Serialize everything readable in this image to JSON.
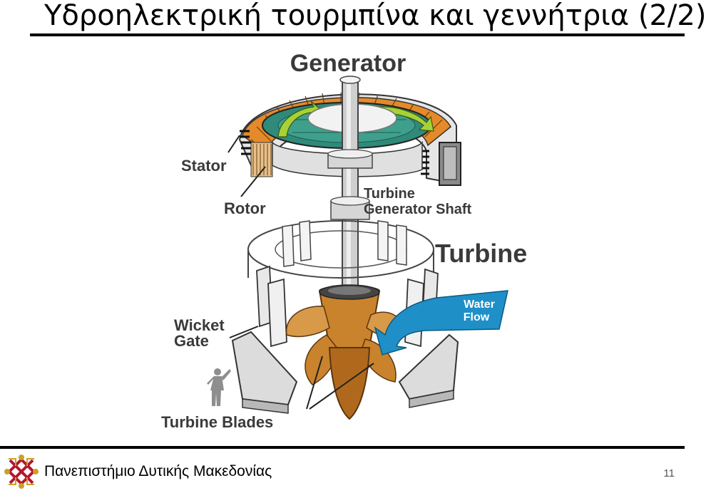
{
  "slide": {
    "title": "Υδροηλεκτρική τουρμπίνα και γεννήτρια (2/2)",
    "footer": "Πανεπιστήμιο Δυτικής Μακεδονίας",
    "page_number": "11"
  },
  "diagram": {
    "labels": {
      "generator": "Generator",
      "stator": "Stator",
      "rotor": "Rotor",
      "shaft_line1": "Turbine",
      "shaft_line2": "Generator Shaft",
      "turbine": "Turbine",
      "wicket_line1": "Wicket",
      "wicket_line2": "Gate",
      "water_line1": "Water",
      "water_line2": "Flow",
      "blades": "Turbine Blades"
    },
    "colors": {
      "stator_orange": "#e48a2a",
      "rotor_teal": "#2f8a7a",
      "arrow_green": "#a6d238",
      "runner_bronze": "#c9832c",
      "water_blue": "#1f8fc8",
      "shaft_grey": "#cfcfcf"
    }
  }
}
